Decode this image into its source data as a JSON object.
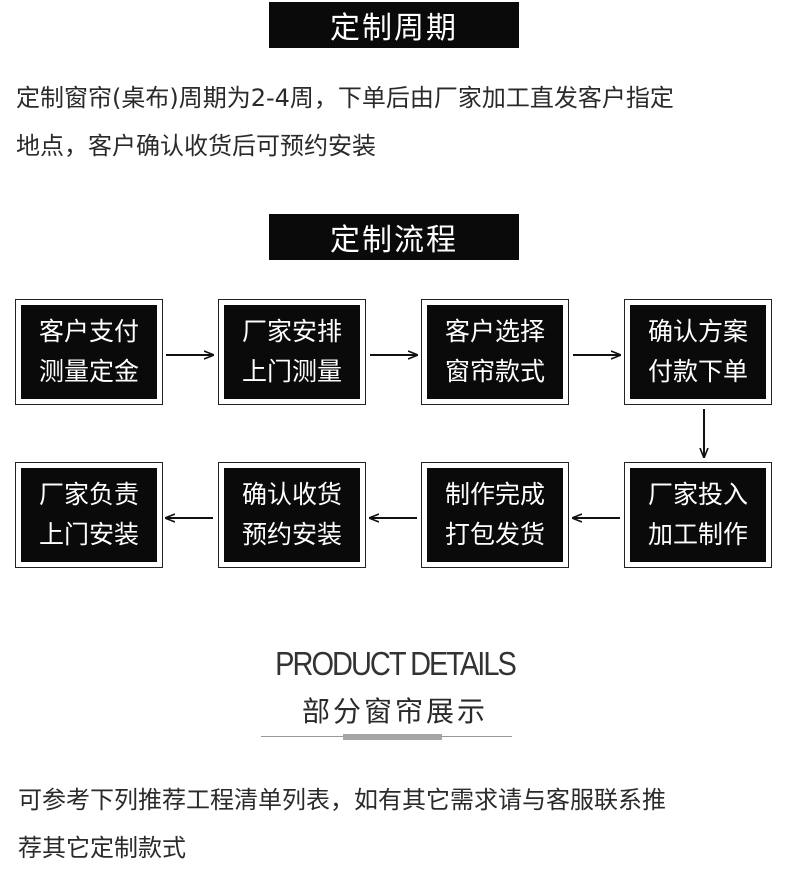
{
  "period": {
    "title": "定制周期",
    "text_line1": "定制窗帘(桌布)周期为2-4周，下单后由厂家加工直发客户指定",
    "text_line2": "地点，客户确认收货后可预约安装"
  },
  "process": {
    "title": "定制流程",
    "steps": [
      {
        "line1": "客户支付",
        "line2": "测量定金"
      },
      {
        "line1": "厂家安排",
        "line2": "上门测量"
      },
      {
        "line1": "客户选择",
        "line2": "窗帘款式"
      },
      {
        "line1": "确认方案",
        "line2": "付款下单"
      },
      {
        "line1": "厂家投入",
        "line2": "加工制作"
      },
      {
        "line1": "制作完成",
        "line2": "打包发货"
      },
      {
        "line1": "确认收货",
        "line2": "预约安装"
      },
      {
        "line1": "厂家负责",
        "line2": "上门安装"
      }
    ]
  },
  "product_details": {
    "title_en": "PRODUCT DETAILS",
    "title_cn": "部分窗帘展示"
  },
  "note": {
    "line1": "可参考下列推荐工程清单列表，如有其它需求请与客服联系推",
    "line2": "荐其它定制款式"
  },
  "colors": {
    "box": "#0a0a0a",
    "text": "#222222",
    "accent_line": "#a6a6a6"
  }
}
